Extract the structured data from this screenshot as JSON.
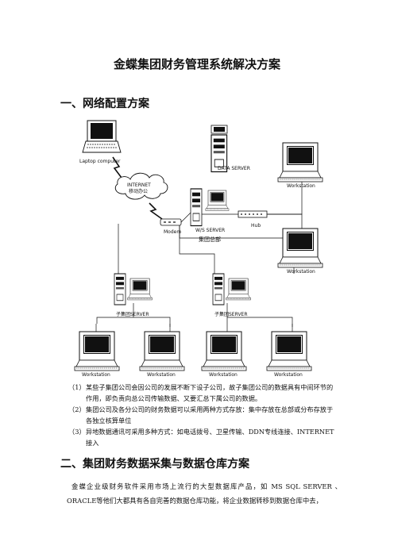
{
  "title": "金蝶集团财务管理系统解决方案",
  "section1": {
    "heading": "一、网络配置方案"
  },
  "diagram": {
    "laptop_label": "Laptop computer",
    "cloud_label_1": "INTERNET",
    "cloud_label_2": "移动办公",
    "data_server_label": "DATA SERVER",
    "ws_server_label": "W/S SERVER",
    "hq_label": "集团总部",
    "modem_label": "Modem",
    "hub_label": "Hub",
    "branch_server_left_label": "子集团SERVER",
    "branch_server_right_label": "子集团SERVER",
    "workstation_label": "Workstation"
  },
  "notes": [
    {
      "num": "（1）",
      "text": "某些子集团公司会因公司的发展不断下设子公司，故子集团公司的数据具有中间环节的作用，即负责向总公司传输数据、又要汇总下属公司的数据。"
    },
    {
      "num": "（2）",
      "text": "集团公司及各分公司的财务数据可以采用两种方式存放：集中存放在总部或分布存放于各独立核算单位"
    },
    {
      "num": "（3）",
      "text": "异地数据通讯可采用多种方式：如电话拨号、卫星传输、DDN专线连接、INTERNET接入"
    }
  ],
  "section2": {
    "heading": "二、集团财务数据采集与数据仓库方案",
    "paragraph": "金蝶企业级财务软件采用市场上流行的大型数据库产品，如 MS SQL SERVER 、ORACLE等他们大都具有各自完善的数据仓库功能，将企业数据转移到数据仓库中去，"
  }
}
